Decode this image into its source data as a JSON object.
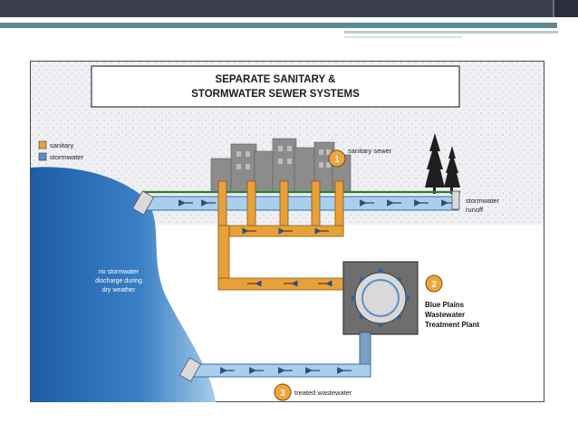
{
  "diagram": {
    "title_line1": "SEPARATE SANITARY &",
    "title_line2": "STORMWATER SEWER SYSTEMS",
    "legend": [
      {
        "label": "sanitary",
        "color": "#e8a13a"
      },
      {
        "label": "stormwater",
        "color": "#5b8fc7"
      }
    ],
    "labels": {
      "sanitary_sewer": "sanitary sewer",
      "stormwater_runoff_1": "stormwater",
      "stormwater_runoff_2": "runoff",
      "river_1": "no stormwater",
      "river_2": "discharge during",
      "river_3": "dry weather",
      "plant_1": "Blue Plains",
      "plant_2": "Wastewater",
      "plant_3": "Treatment Plant",
      "treated": "treated wastewater"
    },
    "markers": [
      "1",
      "2",
      "3"
    ],
    "colors": {
      "sanitary": "#e8a13a",
      "stormwater": "#a9cfee",
      "river": "#2f6fb3",
      "plant": "#6e6e6e",
      "slide_bar": "#3b3e4e",
      "slide_accent": "#5c8c92"
    }
  }
}
